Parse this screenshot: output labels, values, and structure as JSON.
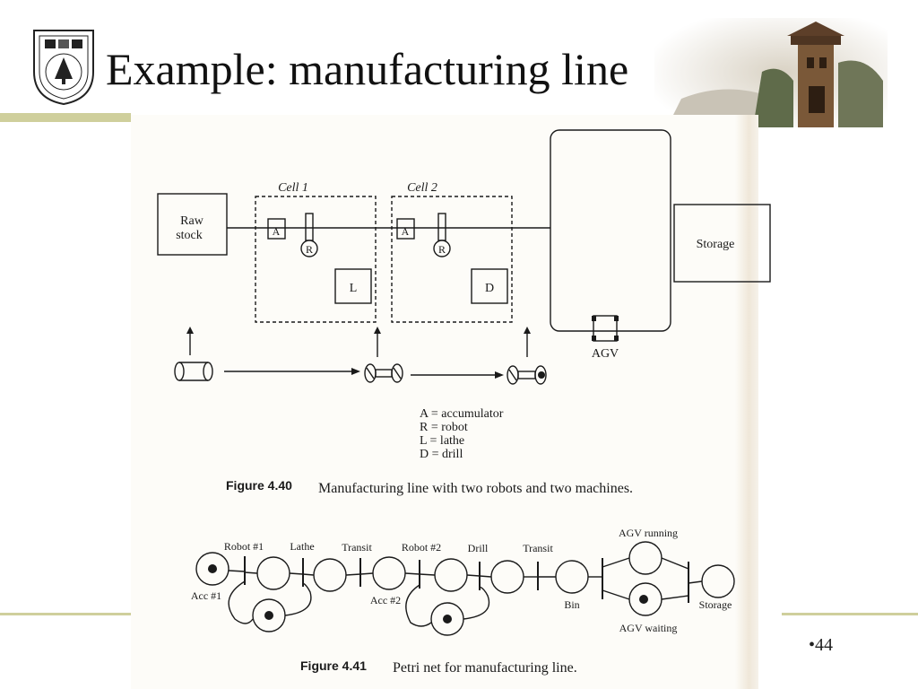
{
  "slide": {
    "title": "Example: manufacturing line",
    "page_number": "44",
    "logo_icon": "nanjing-university-seal-icon",
    "corner_image": "campus-tower-photo"
  },
  "figure_440": {
    "label": "Figure 4.40",
    "caption": "Manufacturing line with two robots and two machines.",
    "raw_stock": [
      "Raw",
      "stock"
    ],
    "storage": "Storage",
    "cell1": "Cell 1",
    "cell2": "Cell 2",
    "accumulator_mark": "A",
    "robot_mark": "R",
    "lathe_mark": "L",
    "drill_mark": "D",
    "agv": "AGV",
    "legend": [
      "A = accumulator",
      "R = robot",
      "L = lathe",
      "D = drill"
    ]
  },
  "figure_441": {
    "label": "Figure 4.41",
    "caption": "Petri net for manufacturing line.",
    "transitions": [
      "Robot #1",
      "Lathe",
      "Transit",
      "Robot #2",
      "Drill",
      "Transit"
    ],
    "places": {
      "acc1": "Acc #1",
      "acc2": "Acc #2",
      "bin": "Bin",
      "agv_running": "AGV running",
      "agv_waiting": "AGV waiting",
      "storage": "Storage"
    }
  }
}
